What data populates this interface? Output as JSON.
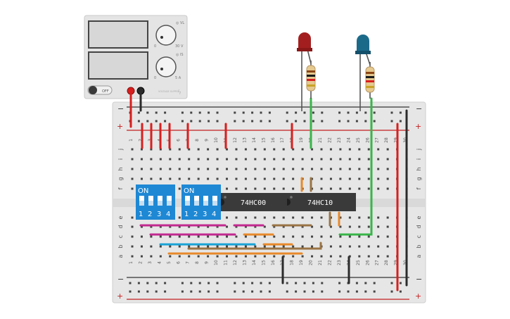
{
  "power_supply": {
    "off_label": "OFF",
    "knob1_scale": [
      "0",
      "30 V"
    ],
    "knob2_scale": [
      "0",
      "5 A"
    ],
    "knob1_tag": "◎ VL",
    "knob2_tag": "◎ IS",
    "brand": "VOLTAGE SUPPLY"
  },
  "breadboard": {
    "rail_minus": "−",
    "rail_plus": "+",
    "row_letters_top": [
      "j",
      "i",
      "h",
      "g",
      "f"
    ],
    "row_letters_bottom": [
      "e",
      "d",
      "c",
      "b",
      "a"
    ],
    "column_numbers": [
      "1",
      "2",
      "3",
      "4",
      "5",
      "6",
      "7",
      "8",
      "9",
      "10",
      "11",
      "12",
      "13",
      "14",
      "15",
      "16",
      "17",
      "18",
      "19",
      "20",
      "21",
      "22",
      "23",
      "24",
      "25",
      "26",
      "27",
      "28",
      "29",
      "30"
    ]
  },
  "dip_switches": [
    {
      "on_label": "ON",
      "numbers": [
        "1",
        "2",
        "3",
        "4"
      ]
    },
    {
      "on_label": "ON",
      "numbers": [
        "1",
        "2",
        "3",
        "4"
      ]
    }
  ],
  "chips": [
    {
      "label": "74HC00"
    },
    {
      "label": "74HC10"
    }
  ],
  "leds": [
    {
      "color": "#a31f1f"
    },
    {
      "color": "#1c6a8a"
    }
  ],
  "colors": {
    "board": "#e6e6e6",
    "wire_red": "#d81f1f",
    "wire_black": "#2b2b2b",
    "wire_green": "#39b54a",
    "wire_magenta": "#c2298f",
    "wire_orange": "#e8892a",
    "wire_brown": "#9a7445",
    "wire_cyan": "#1aa3d6",
    "dip_blue": "#1e88d4"
  }
}
